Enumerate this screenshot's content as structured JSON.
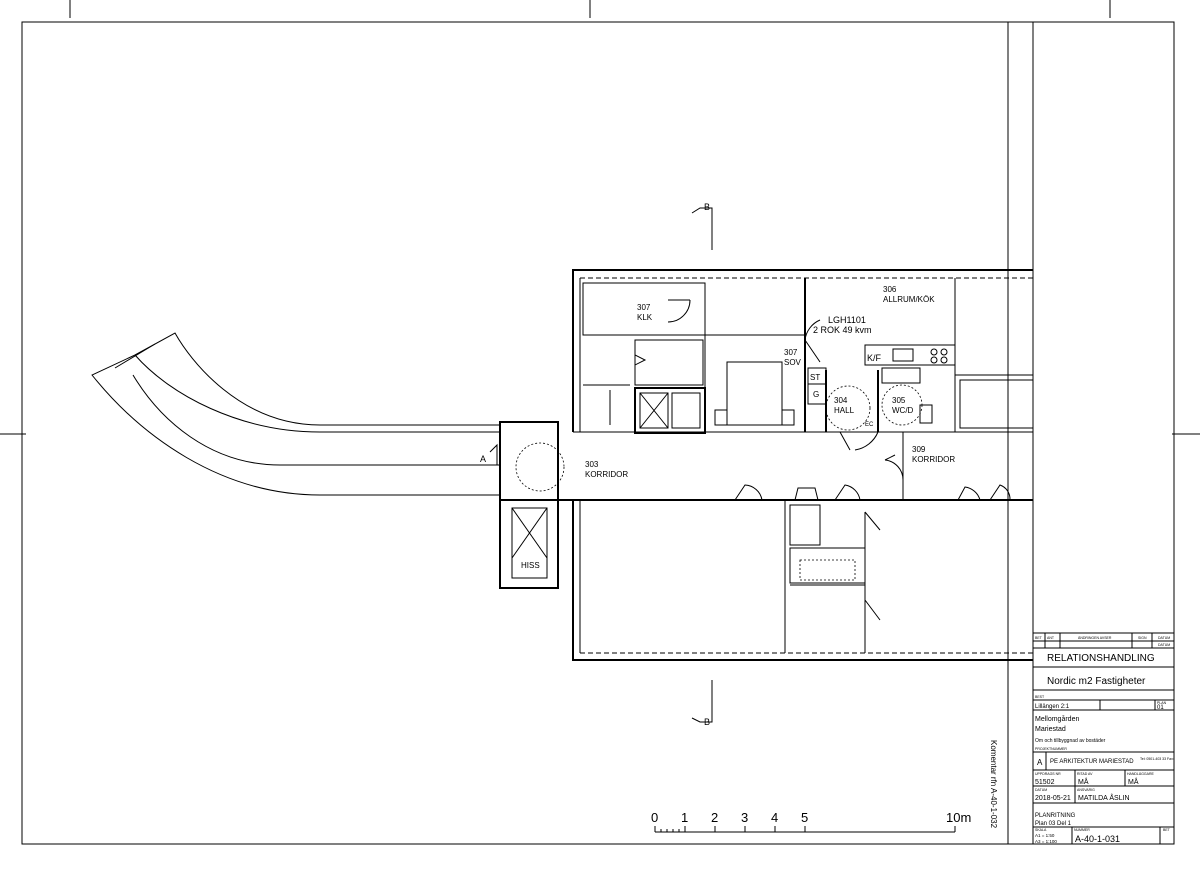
{
  "rooms": {
    "r307klk": {
      "num": "307",
      "name": "KLK"
    },
    "r306": {
      "num": "306",
      "name": "ALLRUM/KÖK"
    },
    "apartment": {
      "id": "LGH1101",
      "desc": "2 ROK 49 kvm"
    },
    "r307sov": {
      "num": "307",
      "name": "SOV"
    },
    "r304": {
      "num": "304",
      "name": "HALL"
    },
    "r305": {
      "num": "305",
      "name": "WC/D"
    },
    "r303": {
      "num": "303",
      "name": "KORRIDOR"
    },
    "r309": {
      "num": "309",
      "name": "KORRIDOR"
    },
    "hiss": "HISS",
    "kf": "K/F",
    "st": "ST",
    "g": "G",
    "ec": "EC"
  },
  "section_marks": {
    "b": "B",
    "a": "A"
  },
  "scale_bar": {
    "labels": [
      "0",
      "1",
      "2",
      "3",
      "4",
      "5",
      "10m"
    ]
  },
  "vertical_note": "Komentar rfn A-40-1-032",
  "title_block": {
    "col_headers": [
      "BET",
      "ANT",
      "ÄNDRINGEN AVSER",
      "SIGN",
      "DATUM"
    ],
    "datum_hdr": "DATUM",
    "status": "RELATIONSHANDLING",
    "client": "Nordic m2 Fastigheter",
    "fastighet_hdr": "BEST",
    "fastighet": "Lillängen 2:1",
    "plan_hdr": "PLAN",
    "plan": "01",
    "project_lines": [
      "Mellomgården",
      "Mariestad",
      "Om och tillbyggnad av bostäder"
    ],
    "projnr_hdr": "PROJEKTNUMMER",
    "discipline": "A",
    "firm": "PE ARKITEKTUR MARIESTAD",
    "firm_tel": "Tel: 0501-403 33 Fax:",
    "uppdrag_hdr": "UPPDRAGS NR",
    "uppdrag": "51502",
    "ritad_hdr": "RITAD AV",
    "ritad": "MÅ",
    "handl_hdr": "HANDLÄGGARE",
    "handl": "MÅ",
    "datum_lbl": "DATUM",
    "datum": "2018-05-21",
    "ansvarig_hdr": "ANSVARIG",
    "ansvarig": "MATILDA ÅSLIN",
    "drawing_type": "PLANRITNING",
    "drawing_sub": "Plan 03  Del 1",
    "skala_hdr": "SKALA",
    "skala_a1": "A1 = 1:50",
    "skala_a3": "A3 = 1:100",
    "nummer_hdr": "NUMMER",
    "bet_hdr": "BET",
    "number": "A-40-1-031"
  }
}
